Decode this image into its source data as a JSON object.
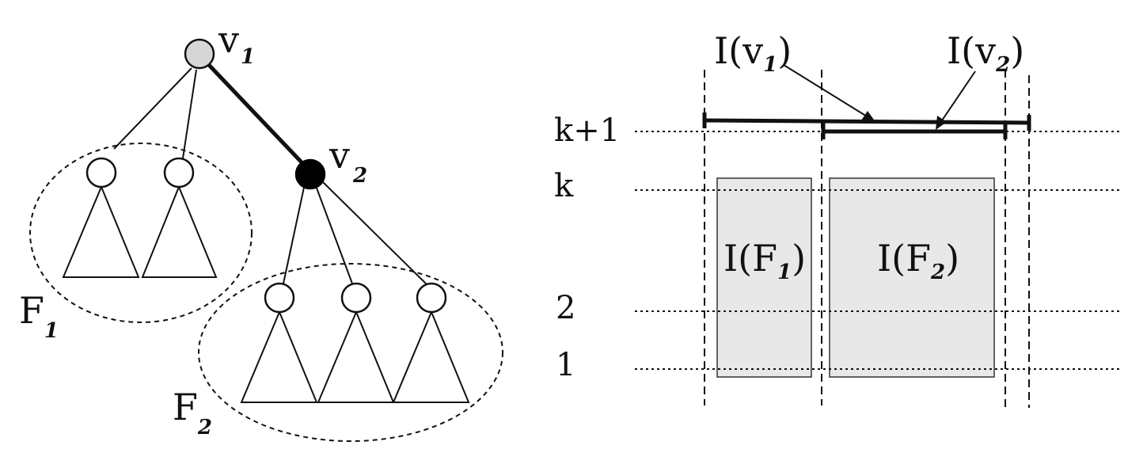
{
  "tree": {
    "root_label": "v",
    "root_sub": "1",
    "child_label": "v",
    "child_sub": "2",
    "forest1_label": "F",
    "forest1_sub": "1",
    "forest2_label": "F",
    "forest2_sub": "2"
  },
  "intervals": {
    "iv1_prefix": "I(v",
    "iv1_sub": "1",
    "iv2_prefix": "I(v",
    "iv2_sub": "2",
    "close_paren": ")",
    "if1_prefix": "I(F",
    "if1_sub": "1",
    "if2_prefix": "I(F",
    "if2_sub": "2"
  },
  "rows": {
    "k_plus_1": "k+1",
    "k": "k",
    "two": "2",
    "one": "1"
  },
  "colors": {
    "root_fill": "#d6d6d6",
    "child_fill": "#000000",
    "box_fill": "#e8e8e8"
  }
}
